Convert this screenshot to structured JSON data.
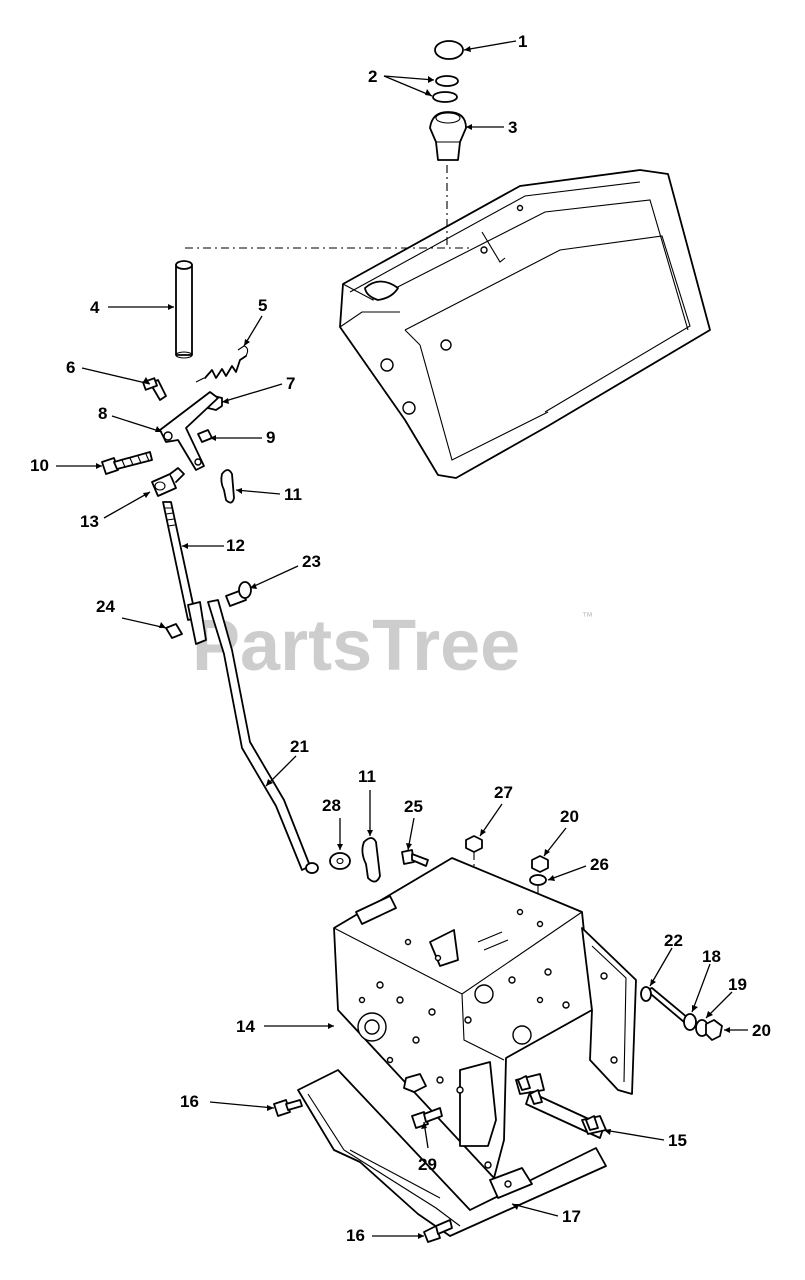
{
  "watermark": {
    "brand": "PartsTree",
    "trademark": "™"
  },
  "callouts": {
    "c1": "1",
    "c2": "2",
    "c3": "3",
    "c4": "4",
    "c5": "5",
    "c6": "6",
    "c7": "7",
    "c8": "8",
    "c9": "9",
    "c10": "10",
    "c11a": "11",
    "c11b": "11",
    "c12": "12",
    "c13": "13",
    "c14": "14",
    "c15": "15",
    "c16a": "16",
    "c16b": "16",
    "c17": "17",
    "c18": "18",
    "c19": "19",
    "c20a": "20",
    "c20b": "20",
    "c21": "21",
    "c22": "22",
    "c23": "23",
    "c24": "24",
    "c25": "25",
    "c26": "26",
    "c27": "27",
    "c28": "28",
    "c29": "29"
  }
}
